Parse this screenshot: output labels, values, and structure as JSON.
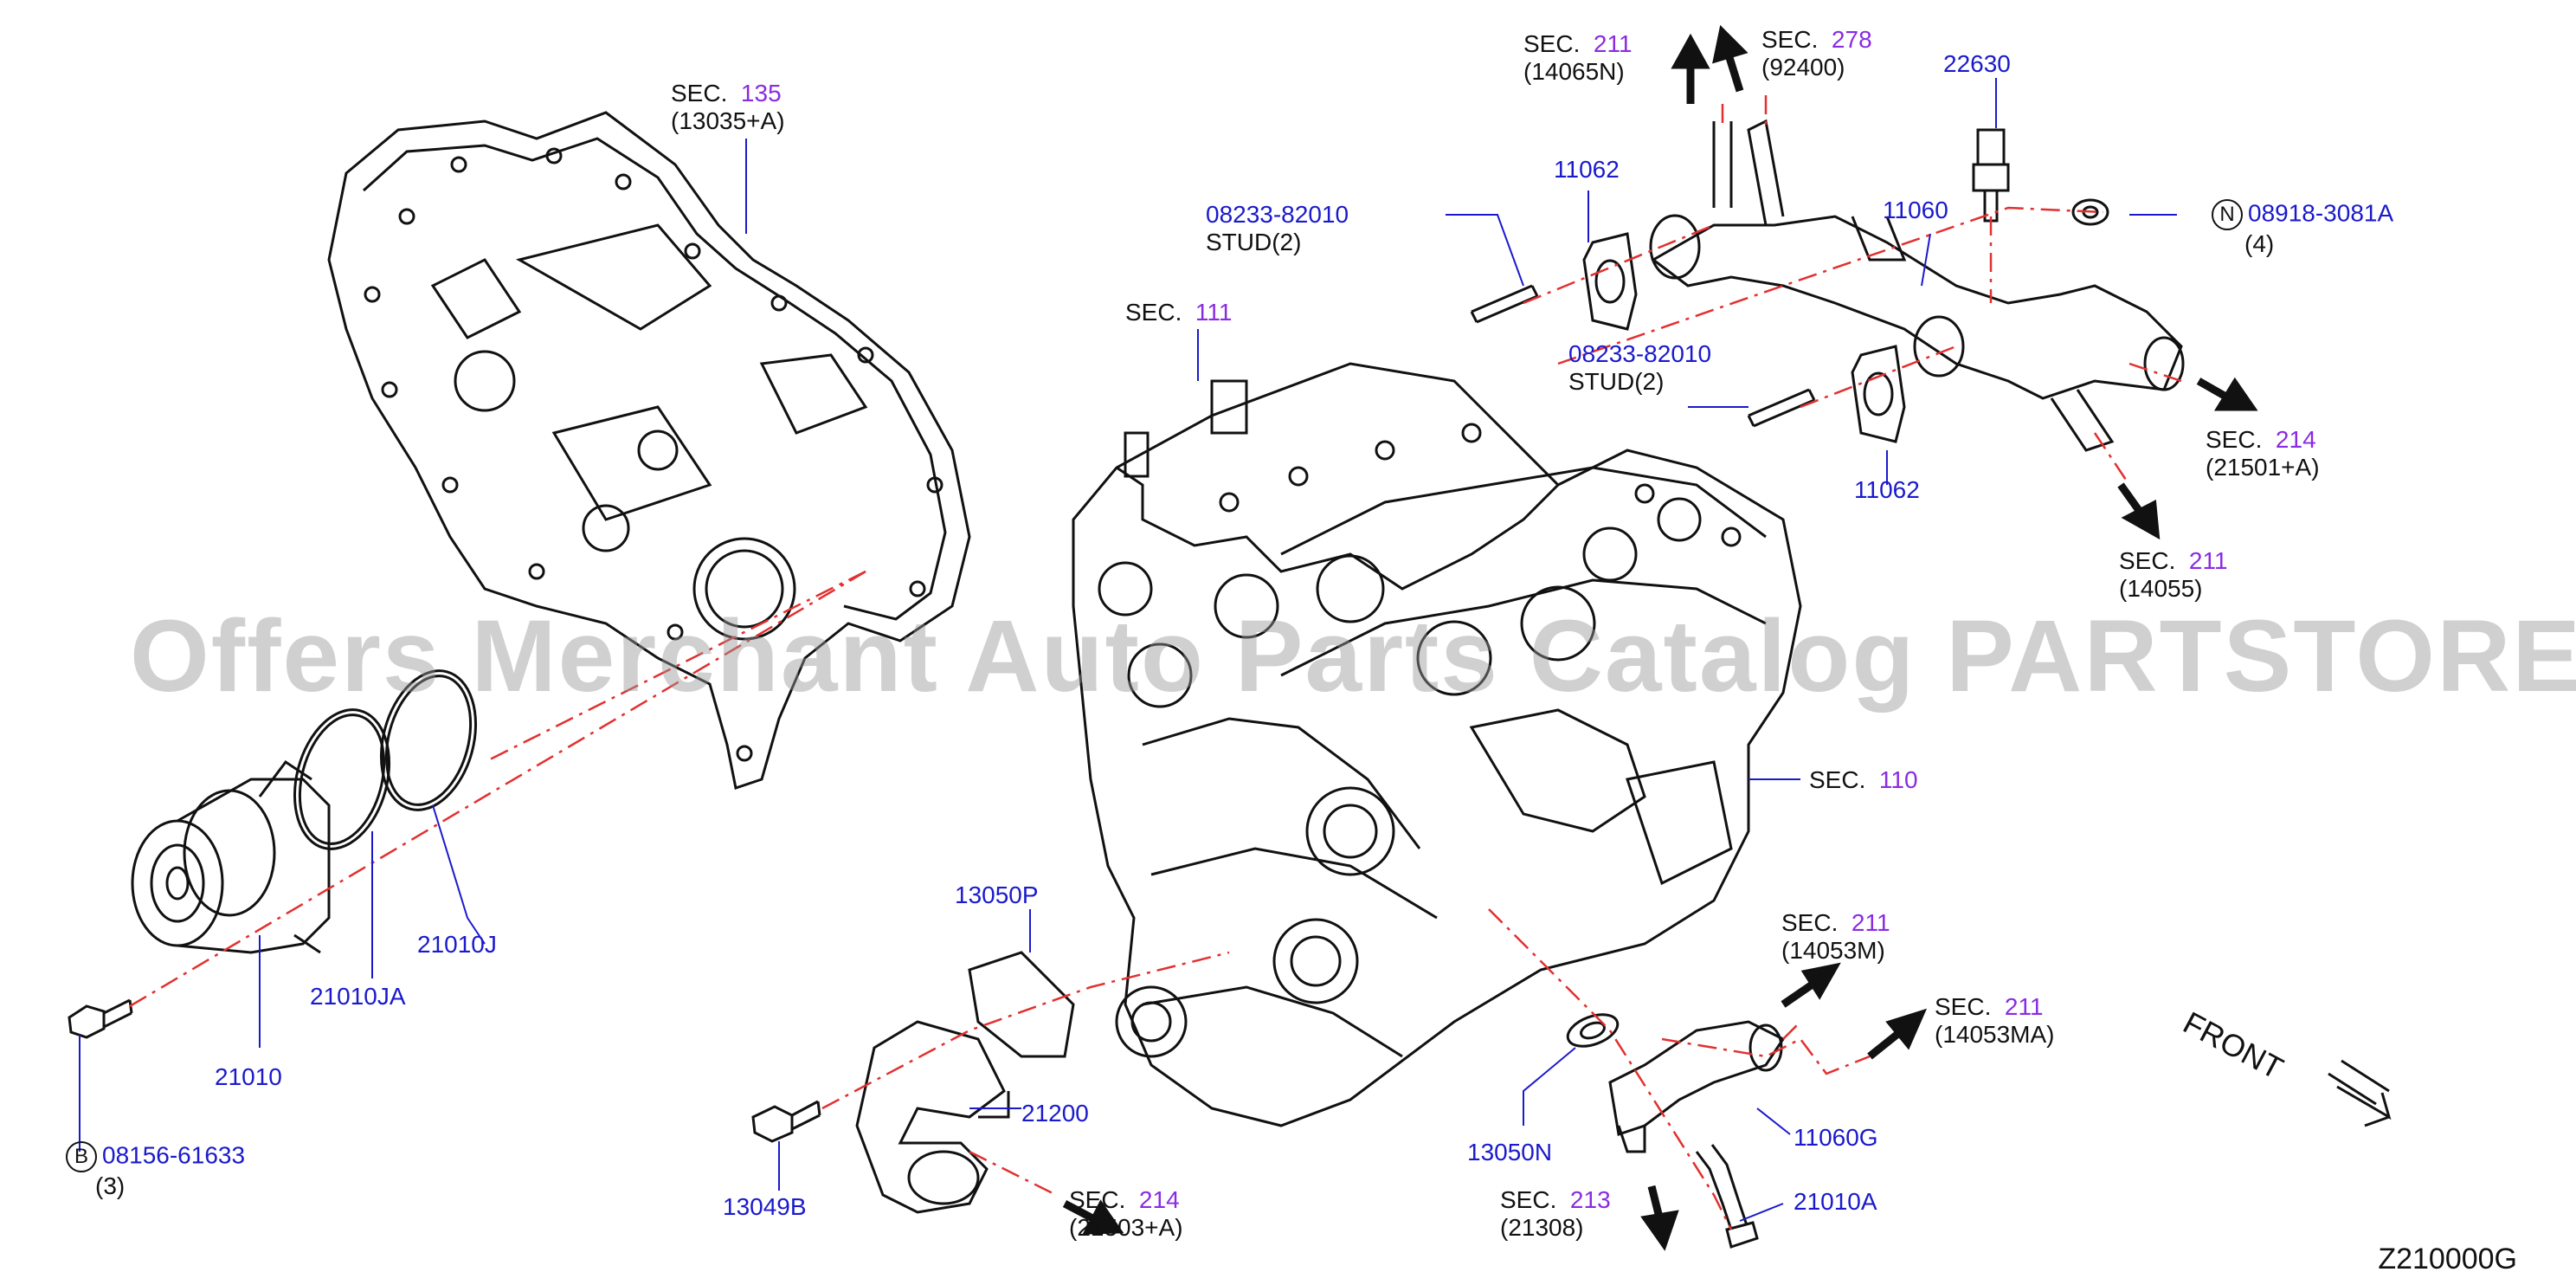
{
  "watermark": "Offers Merchant Auto Parts Catalog PARTSTORE.SA",
  "diagram_code": "Z210000G",
  "front_label": "FRONT",
  "colors": {
    "part_no": "#1a1acc",
    "section_no": "#8a2be2",
    "text": "#111111",
    "leader": "#1a1acc",
    "dash": "#e23030"
  },
  "labels": {
    "sec135": {
      "sec": "SEC.",
      "num": "135",
      "ref": "(13035+A)"
    },
    "sec211_top": {
      "sec": "SEC.",
      "num": "211",
      "ref": "(14065N)"
    },
    "sec278": {
      "sec": "SEC.",
      "num": "278",
      "ref": "(92400)"
    },
    "p22630": "22630",
    "p11062_top": "11062",
    "p11060": "11060",
    "stud1": {
      "part": "08233-82010",
      "name": "STUD(2)"
    },
    "n08918": {
      "mark": "N",
      "part": "08918-3081A",
      "qty": "(4)"
    },
    "sec111": {
      "sec": "SEC.",
      "num": "111"
    },
    "stud2": {
      "part": "08233-82010",
      "name": "STUD(2)"
    },
    "sec214_right": {
      "sec": "SEC.",
      "num": "214",
      "ref": "(21501+A)"
    },
    "p11062_bot": "11062",
    "sec211_mid": {
      "sec": "SEC.",
      "num": "211",
      "ref": "(14055)"
    },
    "sec110": {
      "sec": "SEC.",
      "num": "110"
    },
    "sec211_m": {
      "sec": "SEC.",
      "num": "211",
      "ref": "(14053M)"
    },
    "sec211_ma": {
      "sec": "SEC.",
      "num": "211",
      "ref": "(14053MA)"
    },
    "p21010J": "21010J",
    "p21010JA": "21010JA",
    "p21010": "21010",
    "b08156": {
      "mark": "B",
      "part": "08156-61633",
      "qty": "(3)"
    },
    "p13050P": "13050P",
    "p21200": "21200",
    "p13049B": "13049B",
    "sec214_bot": {
      "sec": "SEC.",
      "num": "214",
      "ref": "(21503+A)"
    },
    "p13050N": "13050N",
    "p11060G": "11060G",
    "sec213": {
      "sec": "SEC.",
      "num": "213",
      "ref": "(21308)"
    },
    "p21010A": "21010A"
  }
}
